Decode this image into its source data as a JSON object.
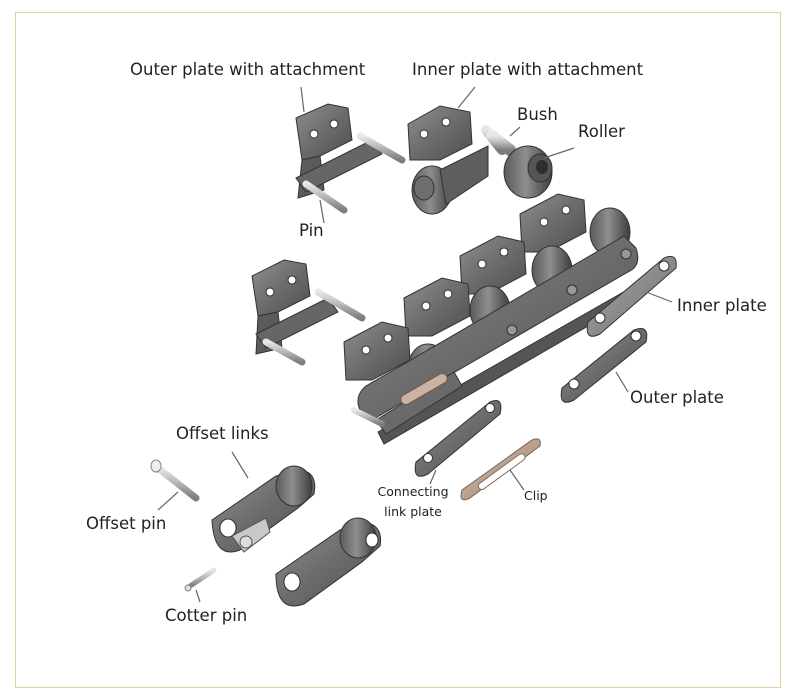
{
  "labels": {
    "outer_plate_with_attachment": "Outer plate with attachment",
    "inner_plate_with_attachment": "Inner plate with attachment",
    "bush": "Bush",
    "roller": "Roller",
    "pin": "Pin",
    "inner_plate": "Inner plate",
    "outer_plate": "Outer plate",
    "offset_links": "Offset links",
    "offset_pin": "Offset pin",
    "connecting_link_plate_line1": "Connecting",
    "connecting_link_plate_line2": "link plate",
    "clip": "Clip",
    "cotter_pin": "Cotter pin"
  },
  "colors": {
    "frame_border": "#e2cfa6",
    "metal_dark": "#4a4a4a",
    "metal_mid": "#7a7a7a",
    "metal_light": "#a9a9a9",
    "clip": "#b89a86"
  }
}
